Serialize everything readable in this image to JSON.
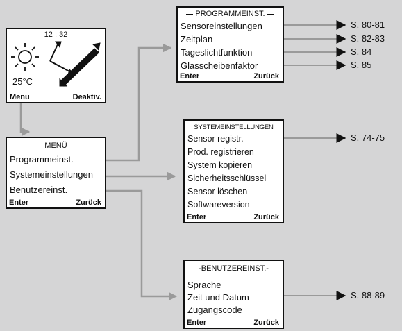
{
  "display": {
    "time": "12 : 32",
    "temperature": "25°C",
    "menu_label": "Menu",
    "deactivate_label": "Deaktiv."
  },
  "menu": {
    "title": "MENÜ",
    "items": [
      "Programmeinst.",
      "Systemeinstellungen",
      "Benutzereinst."
    ],
    "enter_label": "Enter",
    "back_label": "Zurück"
  },
  "programme": {
    "title": "PROGRAMMEINST.",
    "items": [
      "Sensoreinstellungen",
      "Zeitplan",
      "Tageslichtfunktion",
      "Glasscheibenfaktor"
    ],
    "enter_label": "Enter",
    "back_label": "Zurück"
  },
  "system": {
    "title": "SYSTEMEINSTELLUNGEN",
    "items": [
      "Sensor registr.",
      "Prod. registrieren",
      "System kopieren",
      "Sicherheitsschlüssel",
      "Sensor löschen",
      "Softwareversion"
    ],
    "enter_label": "Enter",
    "back_label": "Zurück"
  },
  "user": {
    "title": "-BENUTZEREINST.-",
    "items": [
      "Sprache",
      "Zeit und Datum",
      "Zugangscode"
    ],
    "enter_label": "Enter",
    "back_label": "Zurück"
  },
  "page_refs": {
    "sensor_settings": "S. 80-81",
    "schedule": "S. 82-83",
    "daylight": "S. 84",
    "glass_factor": "S. 85",
    "sensor_register": "S. 74-75",
    "time_date": "S. 88-89"
  },
  "colors": {
    "connector": "#9a9a9a",
    "ink": "#111111"
  }
}
